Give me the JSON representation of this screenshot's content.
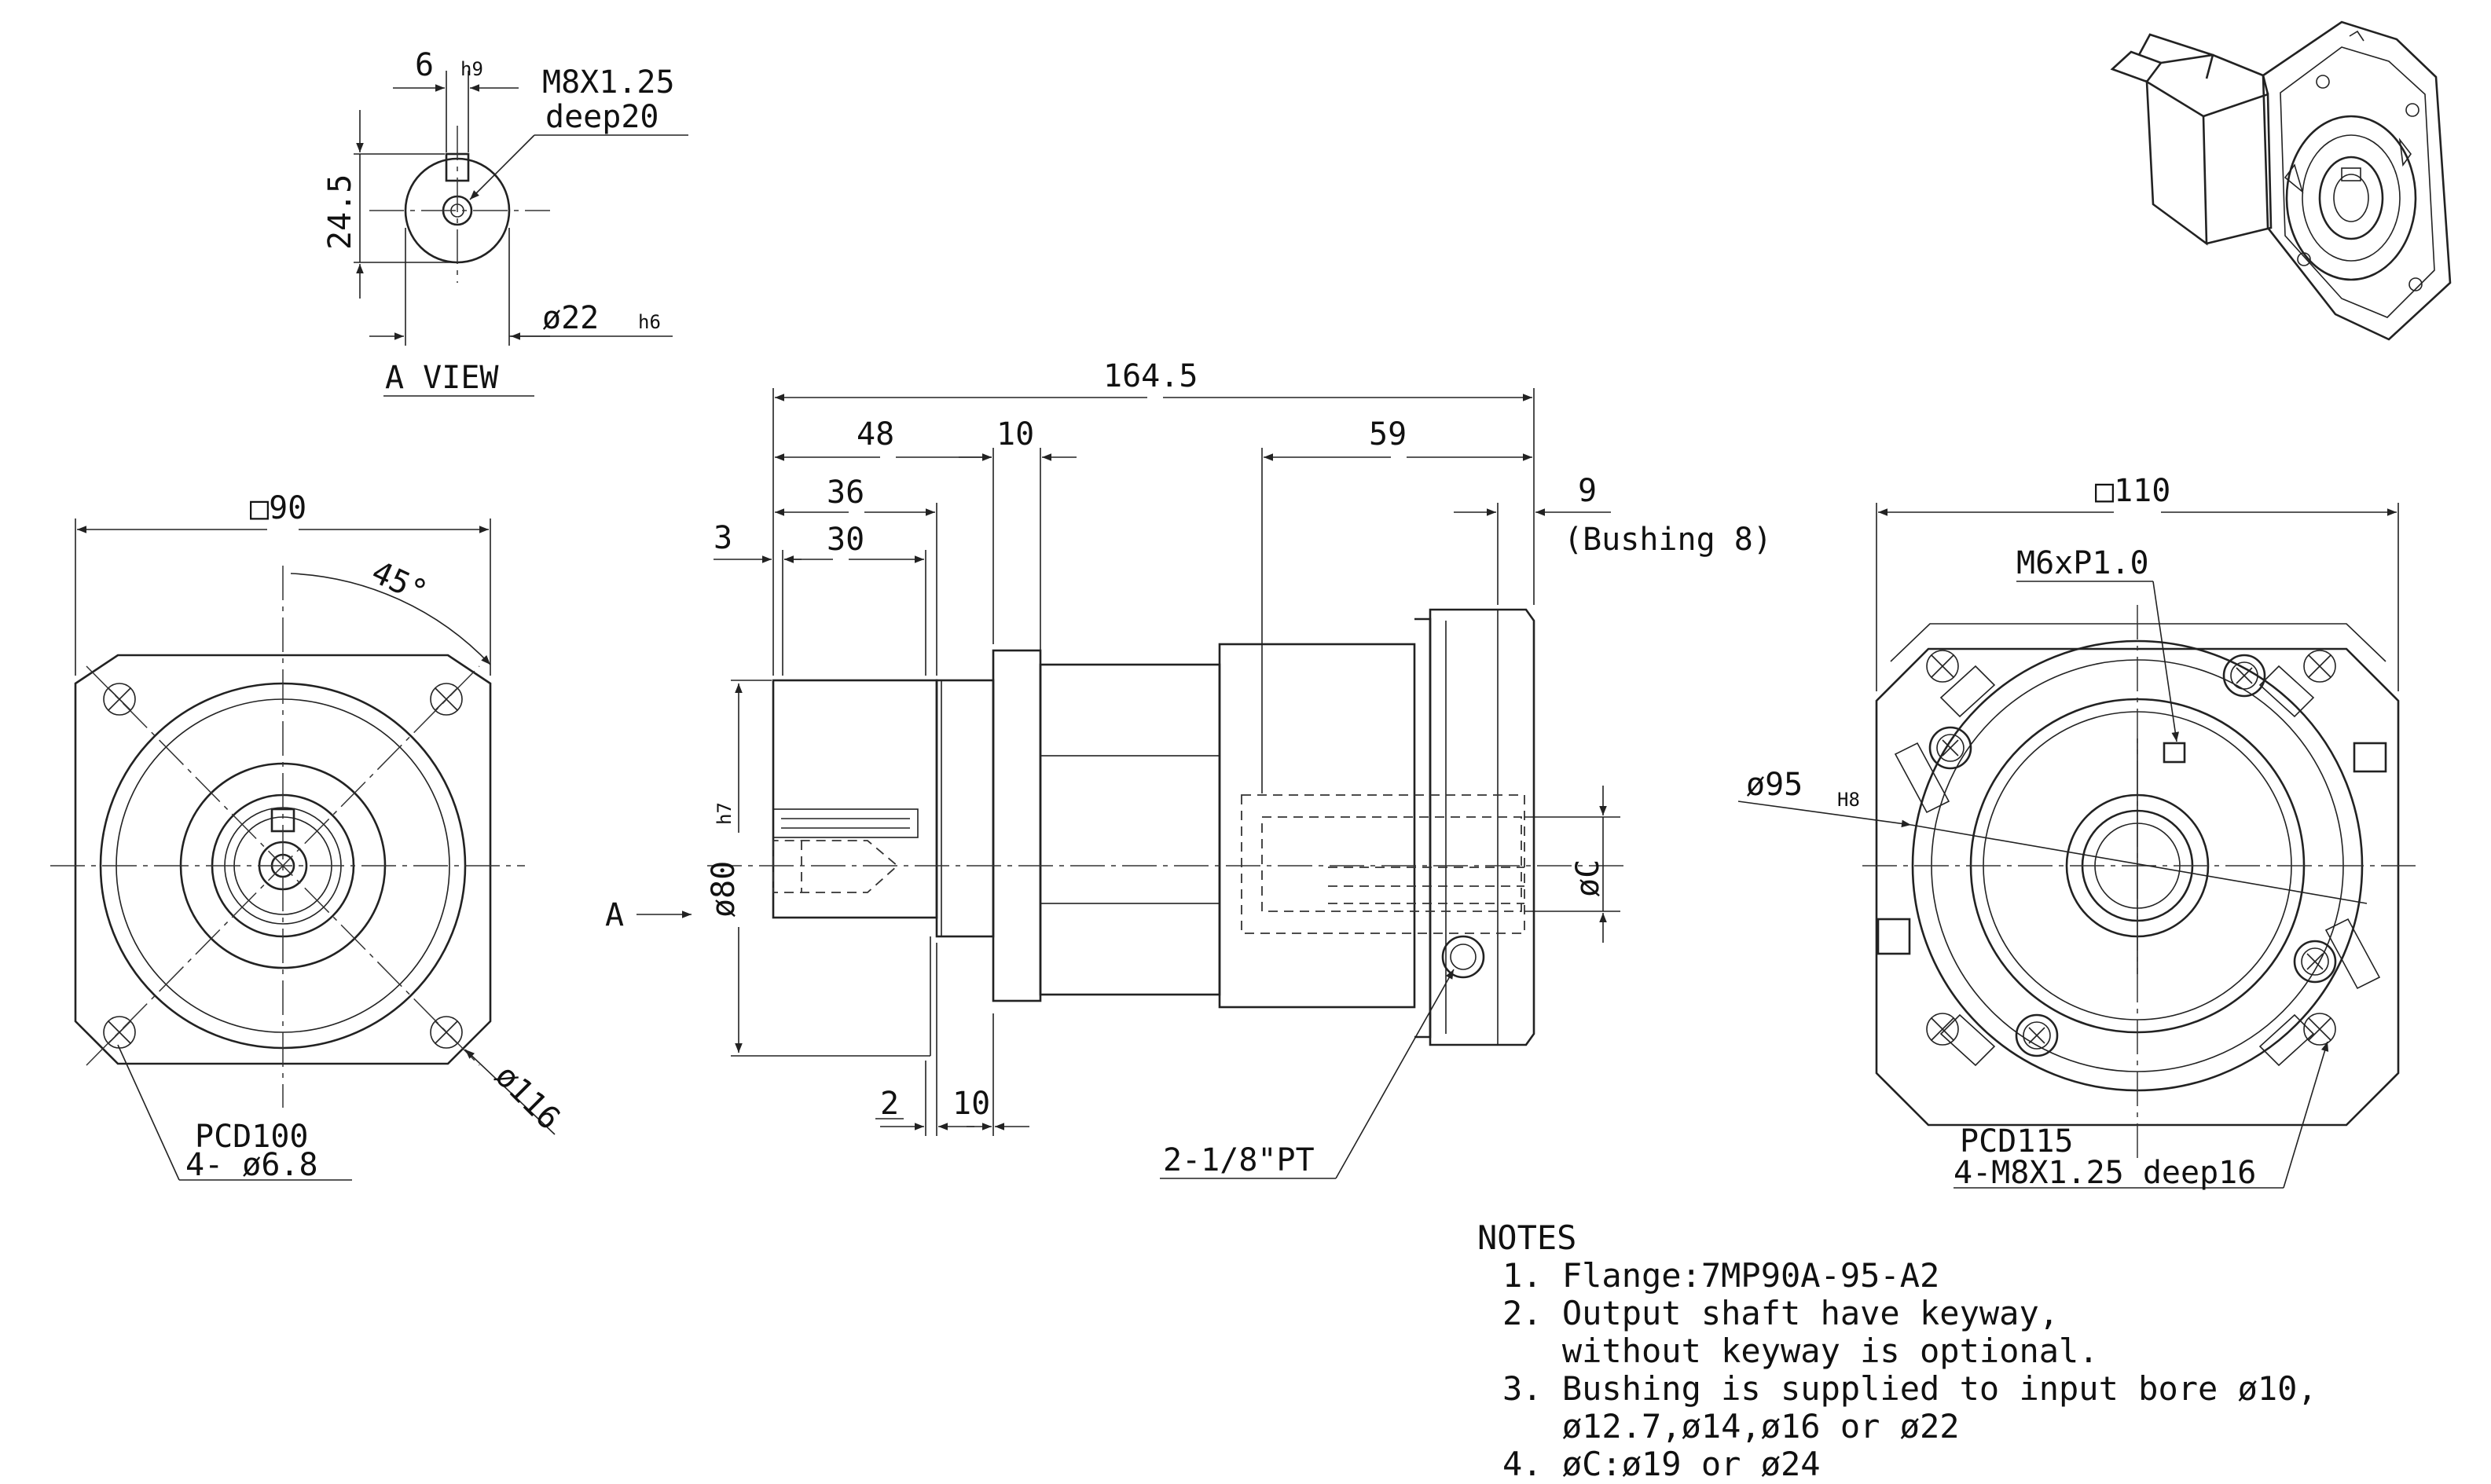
{
  "a_view": {
    "key_width": "6",
    "key_tol": "h9",
    "tap_thread": "M8X1.25",
    "tap_depth": "deep20",
    "height": "24.5",
    "shaft_dia": "ø22",
    "shaft_tol": "h6",
    "caption": "A VIEW"
  },
  "front_view": {
    "square": "□90",
    "angle": "45°",
    "pcd": "PCD100",
    "holes": "4- ø6.8",
    "diagonal": "ø116"
  },
  "side_view": {
    "overall": "164.5",
    "d48": "48",
    "d10_top": "10",
    "d59": "59",
    "d36": "36",
    "d9": "9",
    "bushing": "(Bushing 8)",
    "d3": "3",
    "d30": "30",
    "pilot_dia": "ø80",
    "pilot_tol": "h7",
    "view_marker": "A",
    "bore": "øC",
    "d2": "2",
    "d10_bottom": "10",
    "plug": "2-1/8\"PT"
  },
  "rear_view": {
    "square": "□110",
    "screw": "M6xP1.0",
    "bore_dia": "ø95",
    "bore_tol": "H8",
    "pcd": "PCD115",
    "tap": "4-M8X1.25 deep16"
  },
  "notes": {
    "heading": "NOTES",
    "lines": [
      "1. Flange:7MP90A-95-A2",
      "2. Output shaft have keyway,",
      "   without keyway is optional.",
      "3. Bushing is supplied to input bore ø10,",
      "   ø12.7,ø14,ø16 or ø22",
      "4. øC:ø19 or ø24"
    ]
  },
  "iso_view": {
    "icon": "gearbox-isometric-icon"
  }
}
